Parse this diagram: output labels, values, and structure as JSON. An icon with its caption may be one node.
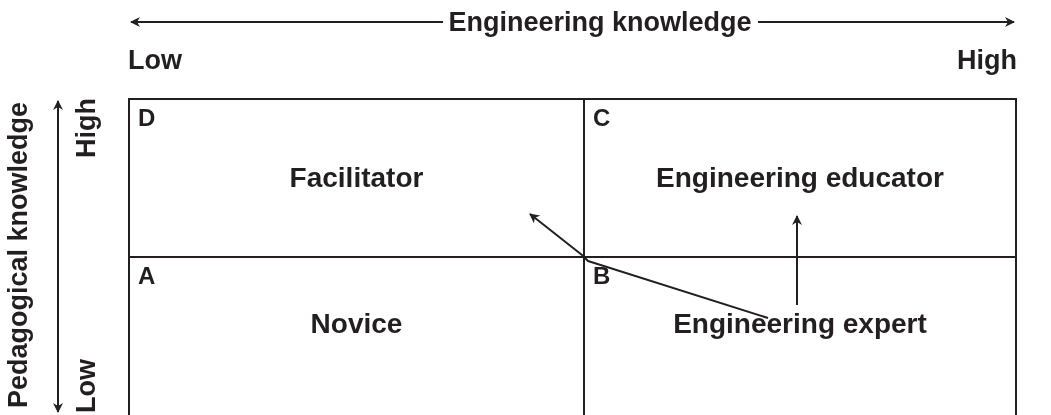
{
  "diagram": {
    "nodes": [
      {
        "text": [
          "D",
          "Facilitator"
        ]
      },
      {
        "text": [
          "C",
          "Engineering educator"
        ]
      },
      {
        "text": [
          "A",
          "Novice"
        ]
      },
      {
        "text": [
          "B",
          "Engineering expert"
        ]
      }
    ],
    "edges": [
      {
        "from": 3,
        "to": 0,
        "arrow": "to"
      },
      {
        "from": 3,
        "to": 1,
        "arrow": "to"
      }
    ],
    "labels": [
      "Engineering knowledge",
      "Low",
      "High",
      "Pedagogical knowledge",
      "High",
      "Low"
    ]
  }
}
